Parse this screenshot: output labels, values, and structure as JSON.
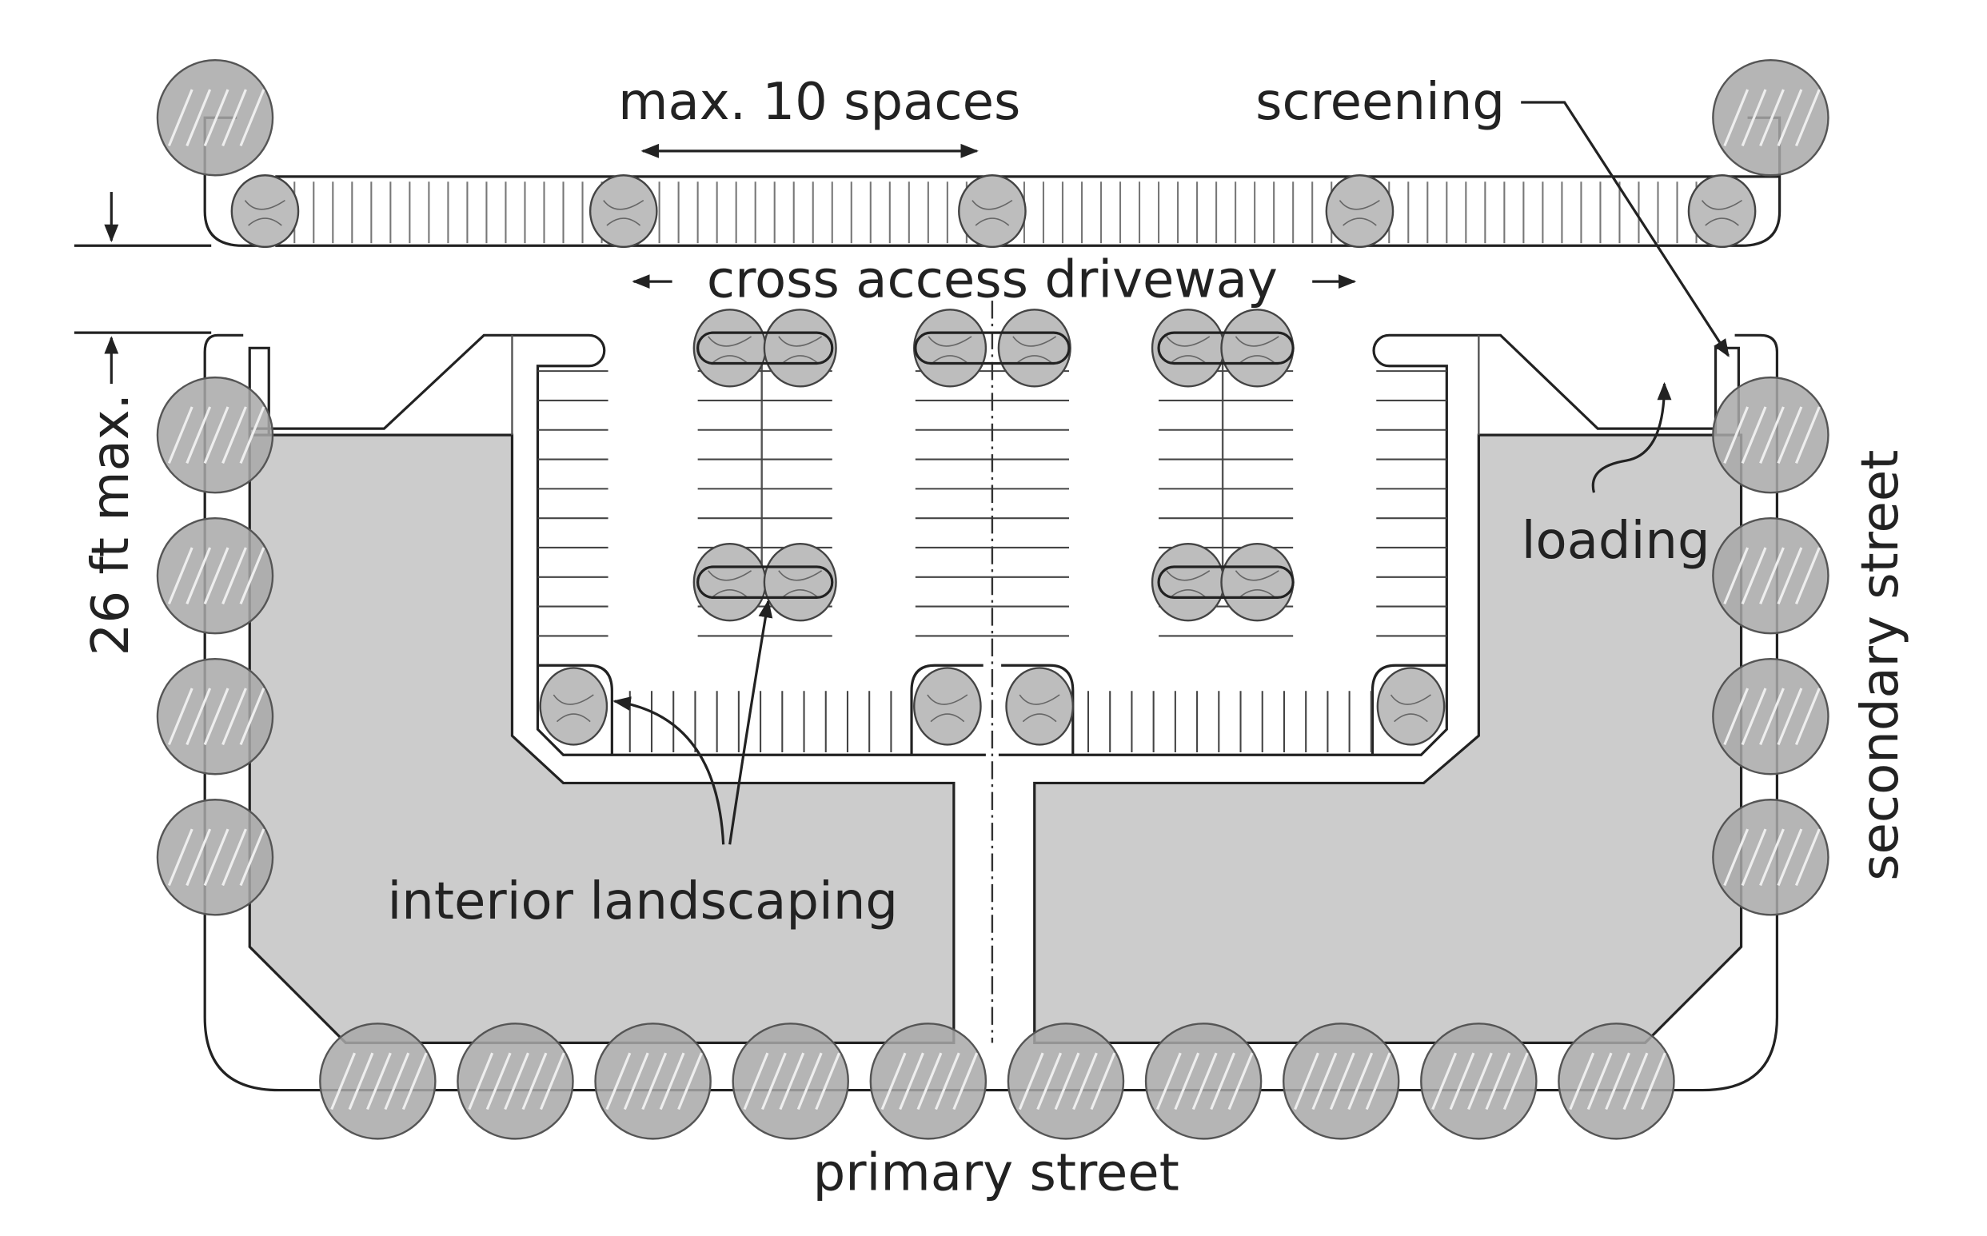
{
  "labels": {
    "max_spaces": "max. 10 spaces",
    "screening": "screening",
    "cross_access": "cross access driveway",
    "loading": "loading",
    "interior_landscaping": "interior landscaping",
    "primary_street": "primary street",
    "secondary_street": "secondary street",
    "dimension": "26 ft max."
  },
  "colors": {
    "building": "#cccccc",
    "tree": "#a8a8a8",
    "line": "#222222"
  }
}
